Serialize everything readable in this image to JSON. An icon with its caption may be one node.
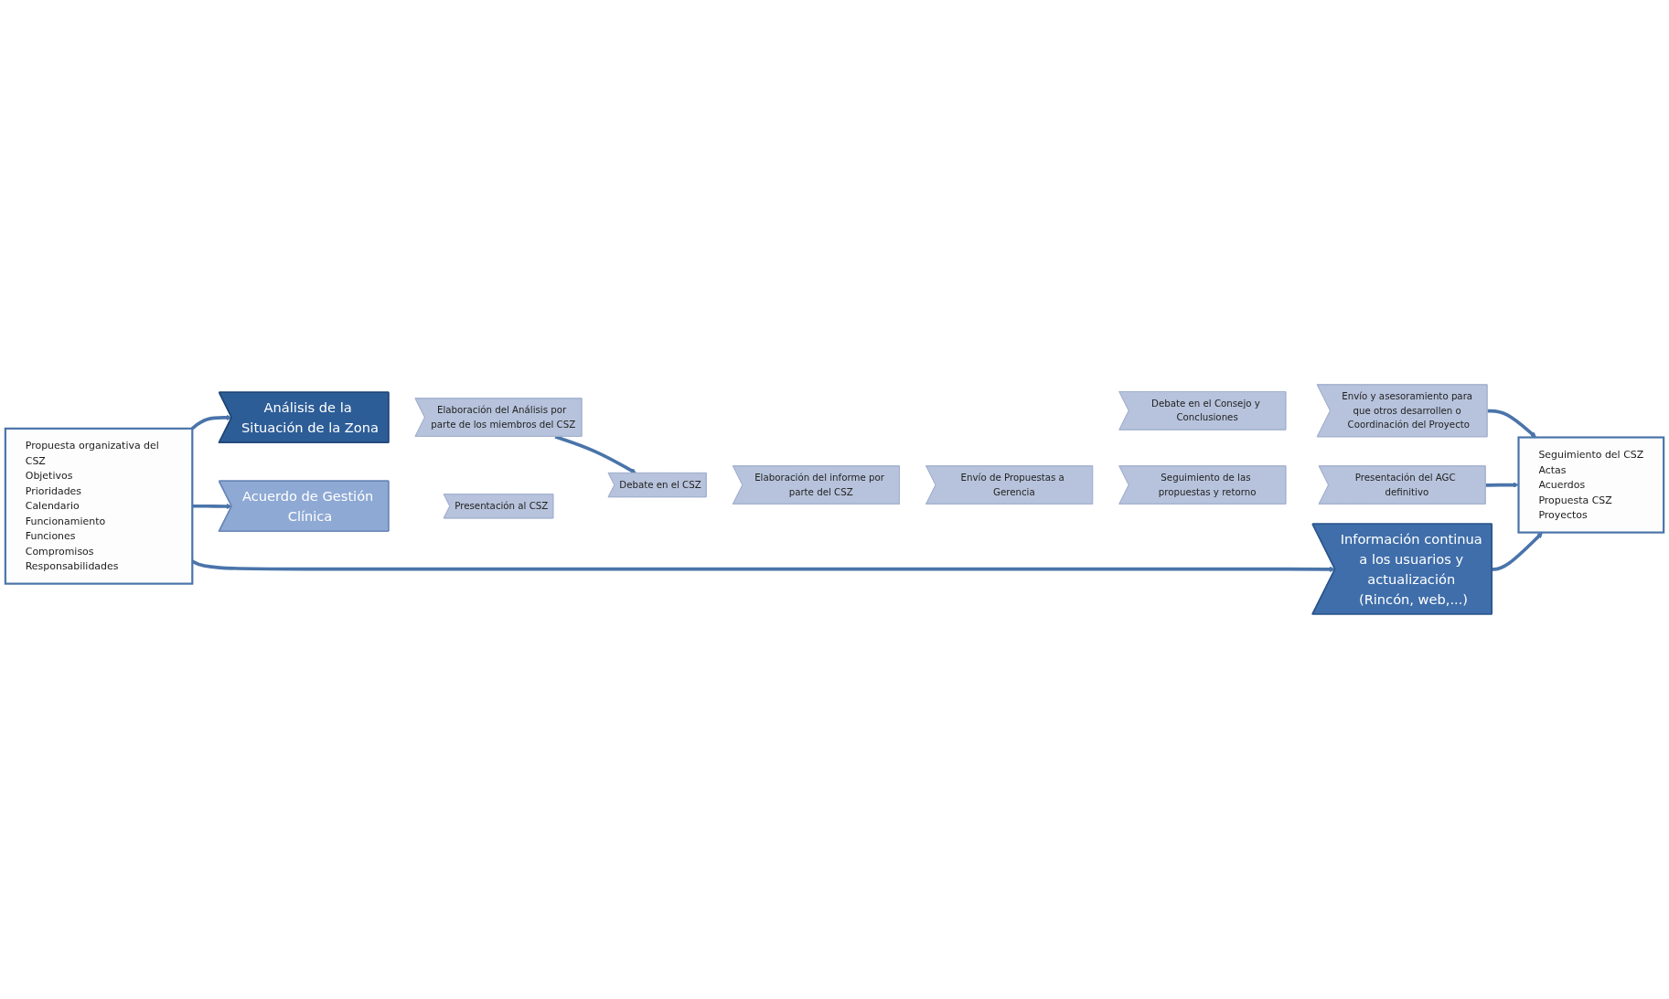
{
  "diagram": {
    "nodes": [
      {
        "text": [
          "Propuesta organizativa del CSZ",
          "Objetivos",
          "Prioridades",
          "Calendario",
          "Funcionamiento",
          "Funciones",
          "Compromisos",
          "Responsabilidades"
        ]
      },
      {
        "text": [
          "Seguimiento del CSZ",
          "Actas",
          "Acuerdos",
          "Propuesta CSZ",
          "Proyectos"
        ]
      },
      {
        "text": [
          "Análisis de la Situación de la Zona"
        ]
      },
      {
        "text": [
          "Elaboración del Análisis por parte de los miembros del CSZ"
        ]
      },
      {
        "text": [
          "Debate en el Consejo y Conclusiones"
        ]
      },
      {
        "text": [
          "Envío y asesoramiento para que otros desarrollen o Coordinación del Proyecto"
        ]
      },
      {
        "text": [
          "Acuerdo de Gestión Clínica"
        ]
      },
      {
        "text": [
          "Presentación al CSZ"
        ]
      },
      {
        "text": [
          "Debate en el CSZ"
        ]
      },
      {
        "text": [
          "Elaboración del informe por parte del CSZ"
        ]
      },
      {
        "text": [
          "Envío de Propuestas a Gerencia"
        ]
      },
      {
        "text": [
          "Seguimiento de las propuestas y retorno"
        ]
      },
      {
        "text": [
          "Presentación del AGC definitivo"
        ]
      },
      {
        "text": [
          "Información continua a los usuarios y actualización (Rincón, web,...)"
        ]
      }
    ],
    "edges": [
      {
        "from": 0,
        "to": 2,
        "arrow": "to"
      },
      {
        "from": 0,
        "to": 6,
        "arrow": "to"
      },
      {
        "from": 0,
        "to": 13,
        "arrow": "to"
      },
      {
        "from": 3,
        "to": 8,
        "arrow": "to"
      },
      {
        "from": 5,
        "to": 1,
        "arrow": "to"
      },
      {
        "from": 12,
        "to": 1,
        "arrow": "to"
      },
      {
        "from": 13,
        "to": 1,
        "arrow": "to"
      }
    ]
  }
}
